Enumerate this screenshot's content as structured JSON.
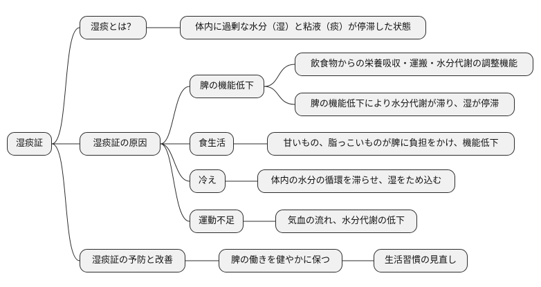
{
  "root": {
    "label": "湿痰証"
  },
  "branches": {
    "what": {
      "label": "湿痰とは？",
      "detail": "体内に過剰な水分（湿）と粘液（痰）が停滞した状態"
    },
    "cause": {
      "label": "湿痰証の原因",
      "spleen": {
        "label": "脾の機能低下",
        "detail1": "飲食物からの栄養吸収・運搬・水分代謝の調整機能",
        "detail2": "脾の機能低下により水分代謝が滞り、湿が停滞"
      },
      "diet": {
        "label": "食生活",
        "detail": "甘いもの、脂っこいものが脾に負担をかけ、機能低下"
      },
      "cold": {
        "label": "冷え",
        "detail": "体内の水分の循環を滞らせ、湿をため込む"
      },
      "exercise": {
        "label": "運動不足",
        "detail": "気血の流れ、水分代謝の低下"
      }
    },
    "prevention": {
      "label": "湿痰証の予防と改善",
      "keep": {
        "label": "脾の働きを健やかに保つ"
      },
      "review": {
        "label": "生活習慣の見直し"
      }
    }
  }
}
